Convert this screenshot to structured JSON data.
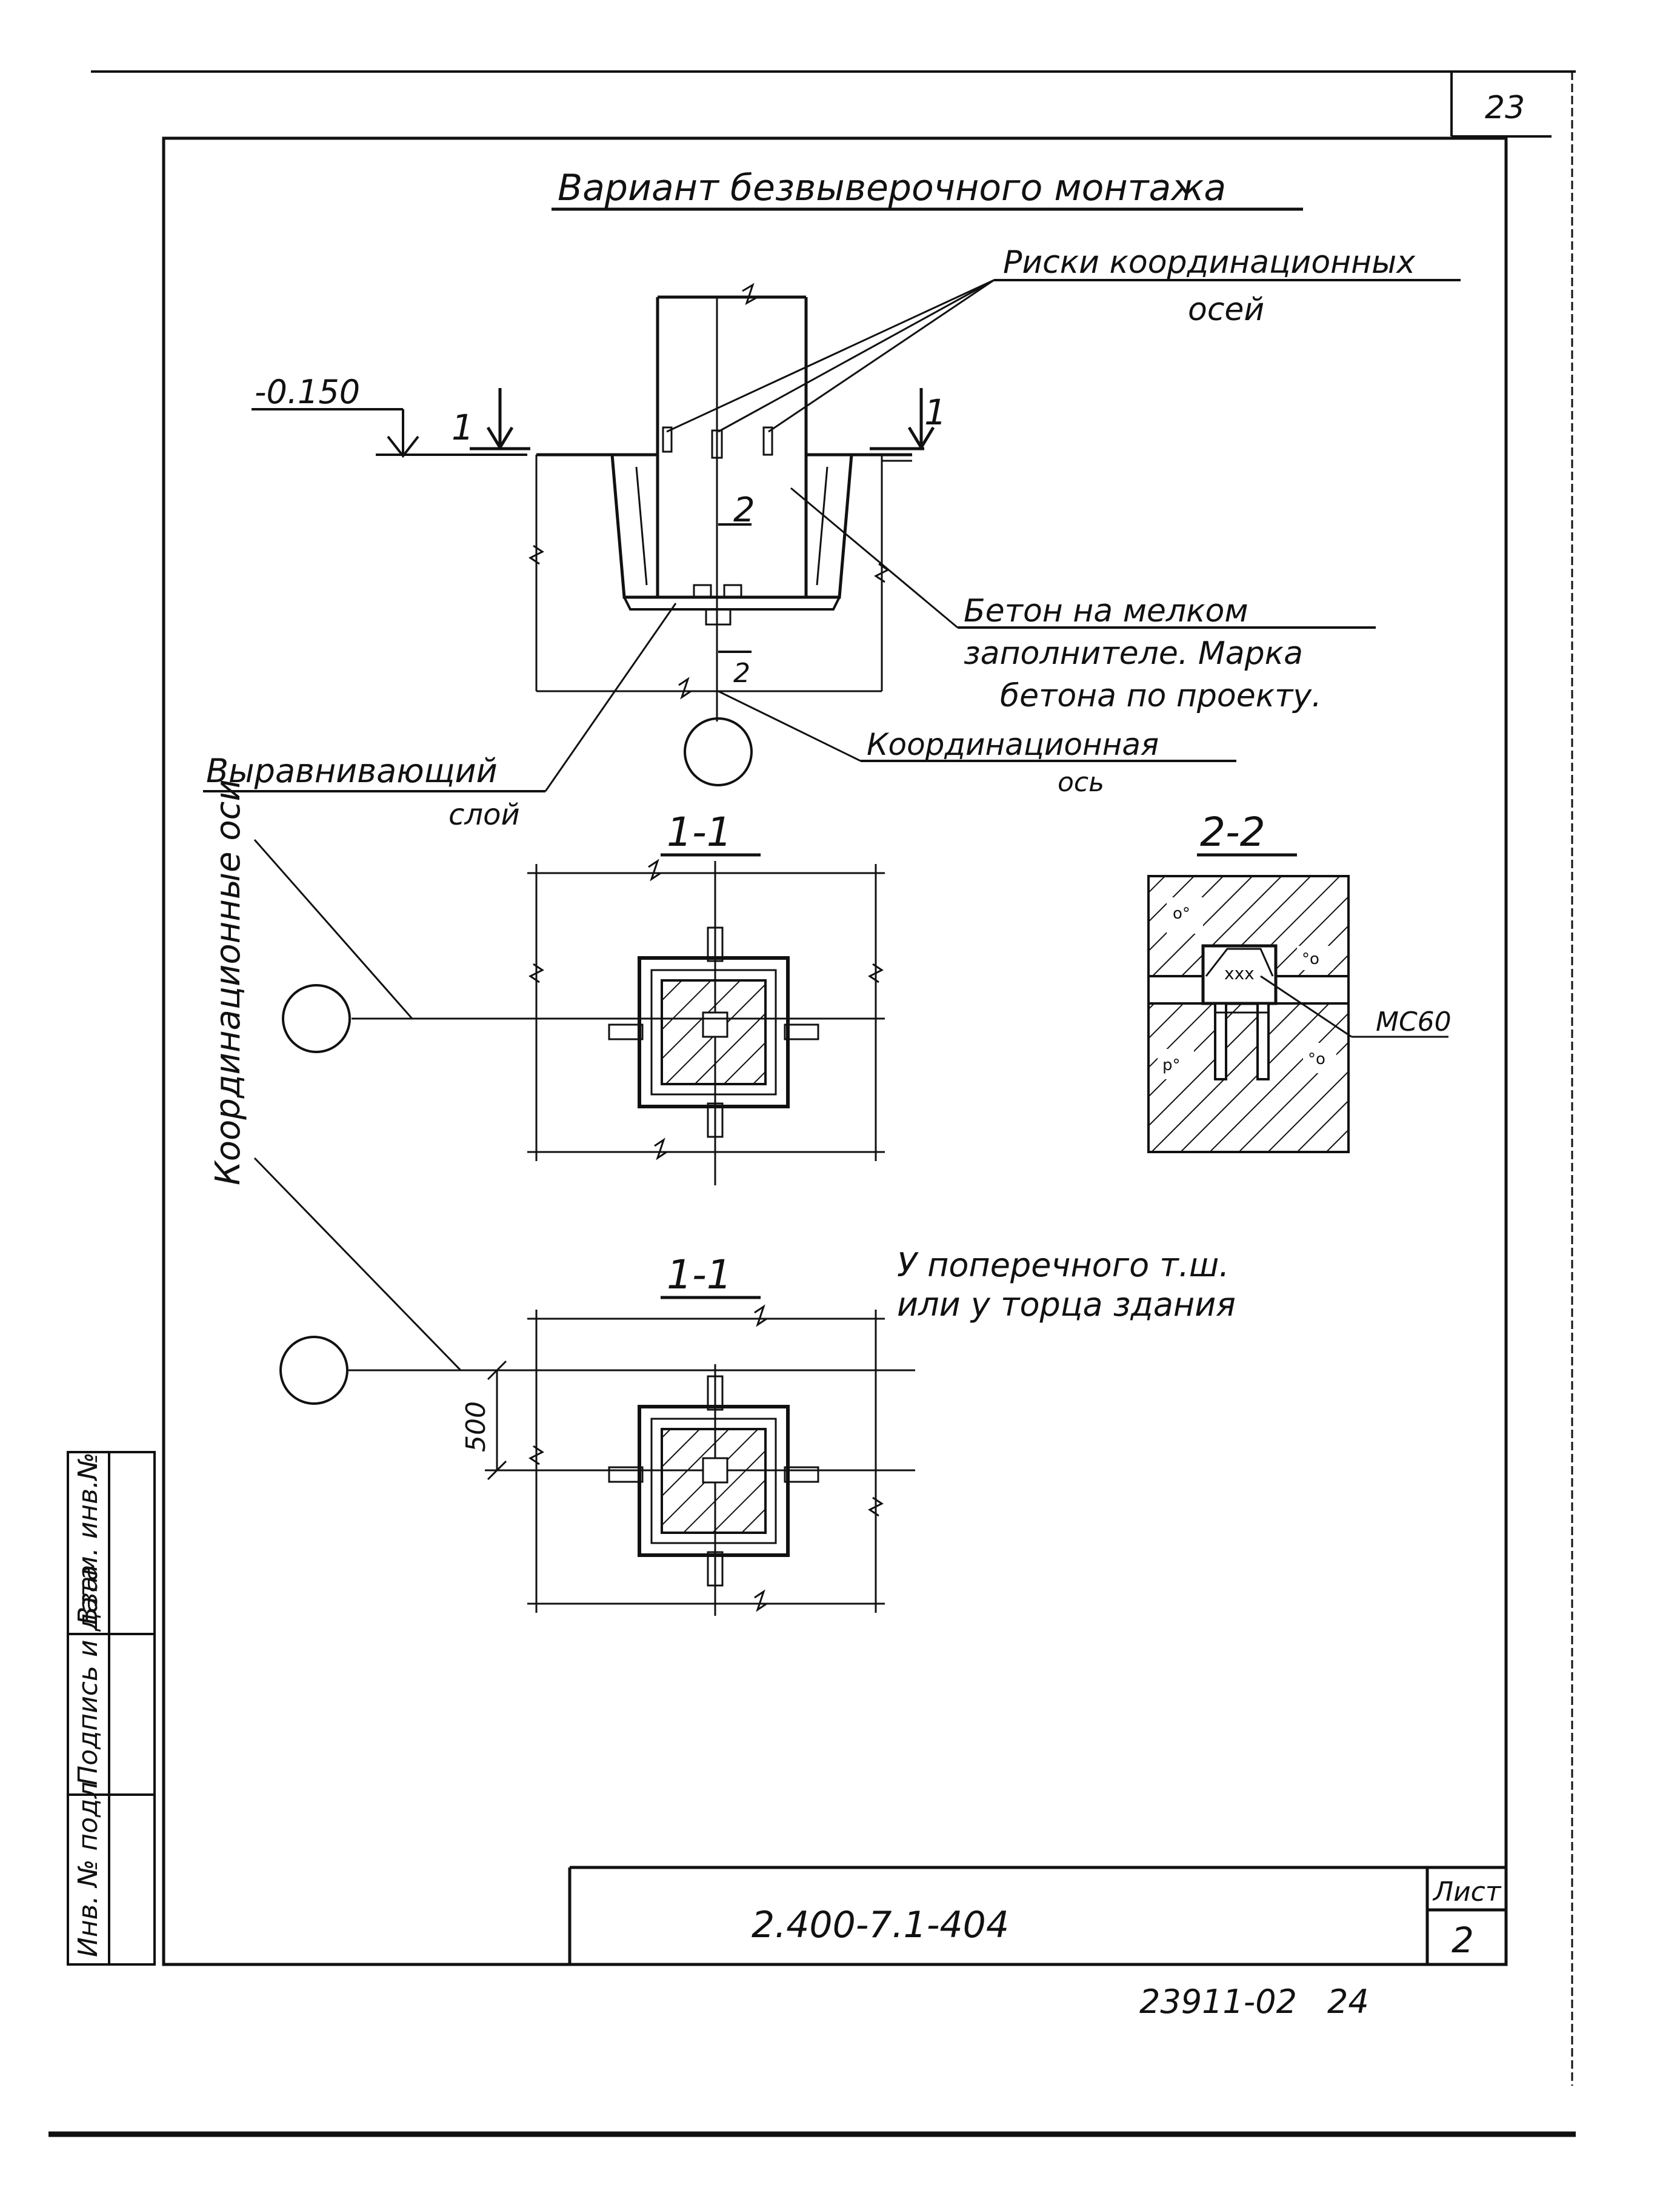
{
  "sheet": {
    "page_number": "23",
    "title": "Вариант безвыверочного монтажа",
    "document_code": "2.400-7.1-404",
    "sheet_label": "Лист",
    "sheet_number": "2",
    "archive_number": "23911-02",
    "archive_page": "24"
  },
  "side_stamp": {
    "inv_podl": "Инв. № подл",
    "signature_date": "Подпись и дата",
    "vzam_inv": "Взам. инв.№"
  },
  "elevation": {
    "level_mark": "-0.150",
    "section_1_mark": "1",
    "section_2_mark": "2"
  },
  "callouts": {
    "coord_marks_line1": "Риски координационных",
    "coord_marks_line2": "осей",
    "concrete_line1": "Бетон на мелком",
    "concrete_line2": "заполнителе. Марка",
    "concrete_line3": "бетона по проекту.",
    "coord_axis_line1": "Координационная",
    "coord_axis_line2": "ось",
    "leveling_line1": "Выравнивающий",
    "leveling_line2": "слой",
    "coord_axes_vertical": "Координационные оси",
    "embedded_part": "МС60"
  },
  "sections": {
    "section_1_1_title": "1-1",
    "section_2_2_title": "2-2",
    "section_1_1_b_title": "1-1",
    "section_1_1_b_note_line1": "У поперечного т.ш.",
    "section_1_1_b_note_line2": "или у торца здания",
    "dimension_500": "500"
  }
}
